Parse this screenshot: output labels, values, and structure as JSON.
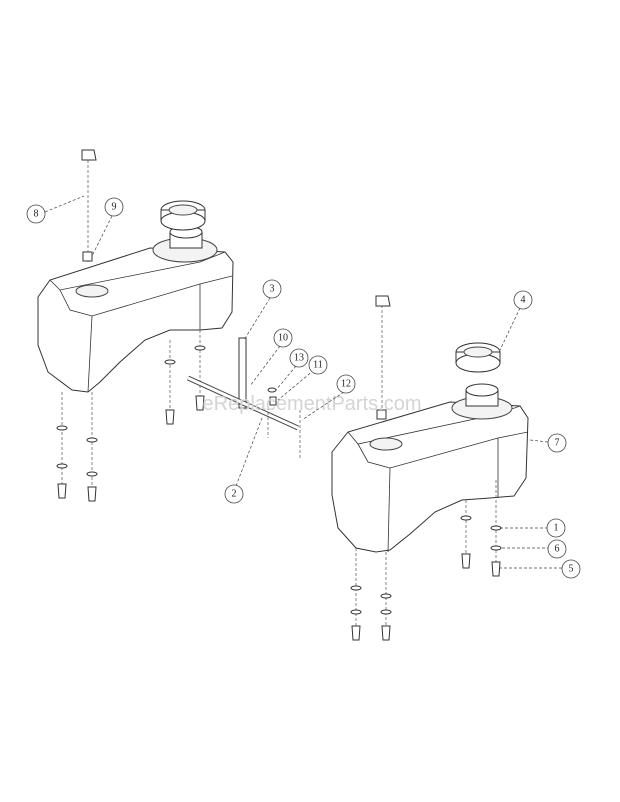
{
  "watermark": "eReplacementParts.com",
  "callouts": [
    {
      "id": "c1",
      "label": "1"
    },
    {
      "id": "c2",
      "label": "2"
    },
    {
      "id": "c3",
      "label": "3"
    },
    {
      "id": "c4",
      "label": "4"
    },
    {
      "id": "c5",
      "label": "5"
    },
    {
      "id": "c6",
      "label": "6"
    },
    {
      "id": "c7",
      "label": "7"
    },
    {
      "id": "c8",
      "label": "8"
    },
    {
      "id": "c9",
      "label": "9"
    },
    {
      "id": "c10",
      "label": "10"
    },
    {
      "id": "c11",
      "label": "11"
    },
    {
      "id": "c12",
      "label": "12"
    },
    {
      "id": "c13",
      "label": "13"
    }
  ]
}
